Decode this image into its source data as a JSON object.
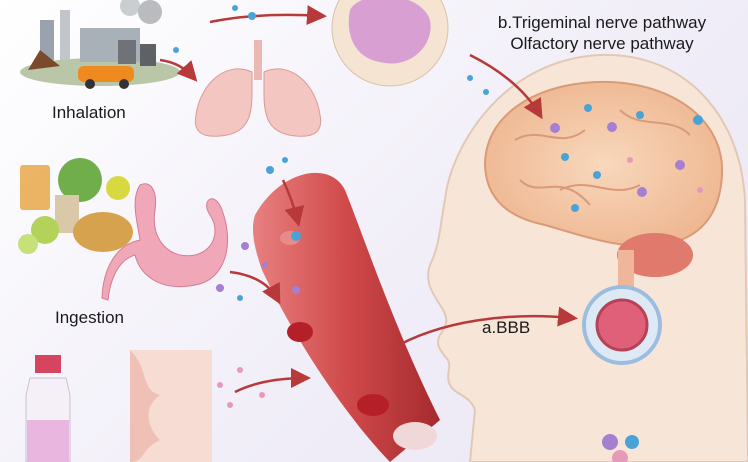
{
  "labels": {
    "inhalation": "Inhalation",
    "ingestion": "Ingestion",
    "trigeminal": "b.Trigeminal nerve pathway",
    "olfactory": "Olfactory nerve pathway",
    "bbb": "a.BBB"
  },
  "colors": {
    "vessel": "#c93a3c",
    "brain": "#f3c9a6",
    "head": "#f7e6d8",
    "arrow": "#b8393a",
    "particle_blue": "#4aa3d6",
    "particle_purple": "#a57fd0",
    "particle_pink": "#e79ab8"
  }
}
